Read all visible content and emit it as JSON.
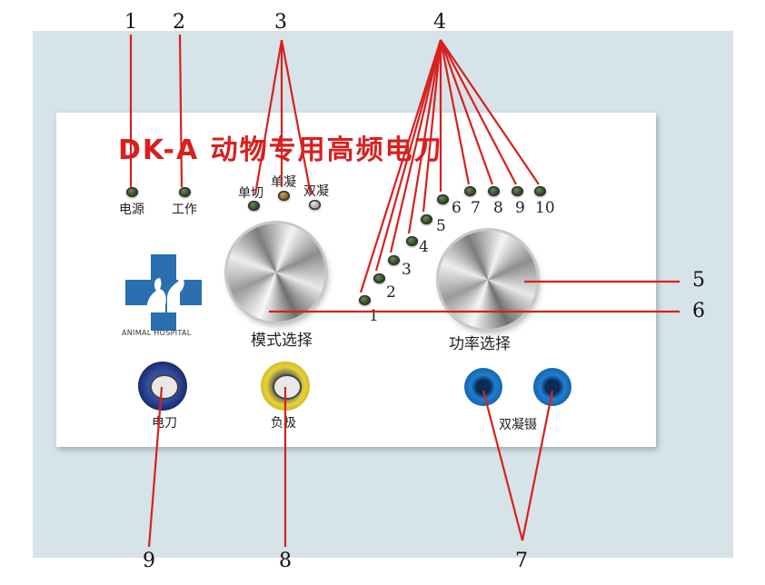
{
  "panel": {
    "title": "DK-A 动物专用高频电刀",
    "indicator_labels": {
      "power": "电源",
      "work": "工作"
    },
    "mode_labels": {
      "single_cut": "单切",
      "single_coag": "单凝",
      "double_coag": "双凝"
    },
    "power_levels": [
      "1",
      "2",
      "3",
      "4",
      "5",
      "6",
      "7",
      "8",
      "9",
      "10"
    ],
    "knob_labels": {
      "mode": "模式选择",
      "power": "功率选择"
    },
    "logo_text": "ANIMAL HOSPITAL",
    "sockets": {
      "knife": "电刀",
      "negative": "负极",
      "forceps": "双凝镊"
    }
  },
  "callouts": [
    "1",
    "2",
    "3",
    "4",
    "5",
    "6",
    "7",
    "8",
    "9"
  ],
  "colors": {
    "callout_line": "#d8201e",
    "title": "#d8201e",
    "logo": "#2a6fb0",
    "socket_yellow": "#e6d23a",
    "socket_blue": "#1f7fd0",
    "socket_navy": "#2e4aa0"
  },
  "icons": {
    "logo": "cross-with-cat-and-dog-icon",
    "led": "green-led-indicator-icon",
    "knob": "rotary-knob-icon",
    "socket": "banana-jack-socket-icon"
  }
}
